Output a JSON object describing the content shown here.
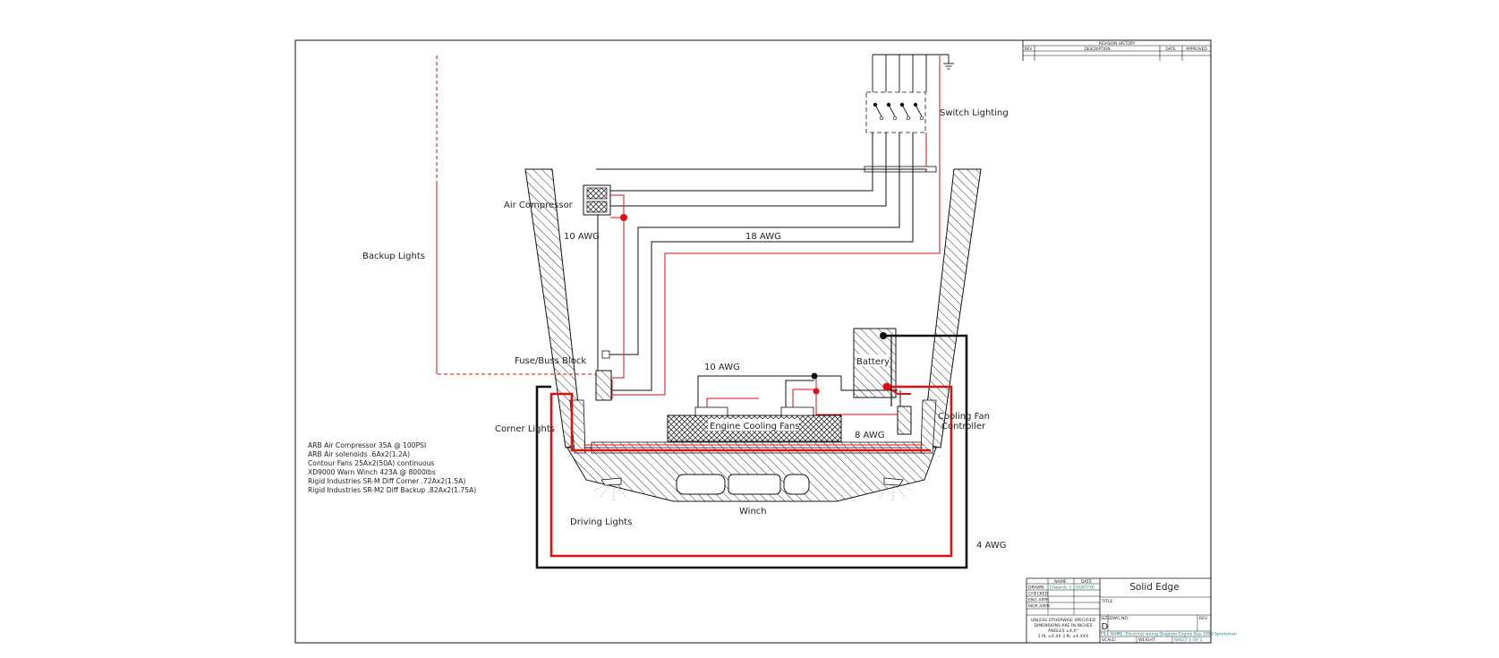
{
  "colors": {
    "power": "#dd1111",
    "ground": "#111111",
    "signal": "#333333",
    "accent": "#1a7f7f"
  },
  "labels": {
    "switch_lighting": "Switch Lighting",
    "air_compressor": "Air Compressor",
    "backup_lights": "Backup Lights",
    "gauge_10_awg_compressor": "10 AWG",
    "gauge_18_awg": "18 AWG",
    "fuse_buss_block": "Fuse/Buss Block",
    "gauge_10_awg_fans": "10 AWG",
    "battery": "Battery",
    "cooling_fan_controller_line1": "Cooling Fan",
    "cooling_fan_controller_line2": "Controller",
    "corner_lights": "Corner Lights",
    "engine_cooling_fans": "Engine Cooling Fans",
    "gauge_8_awg": "8 AWG",
    "winch": "Winch",
    "driving_lights": "Driving Lights",
    "gauge_4_awg": "4 AWG"
  },
  "notes": [
    "ARB Air Compressor 35A @ 100PSI",
    "ARB Air solenoids .6Ax2(1.2A)",
    "Contour Fans 25Ax2(50A) continuous",
    "XD9000 Warn Winch 423A @ 8000lbs",
    "Rigid Industries SR-M Diff Corner .72Ax2(1.5A)",
    "Rigid Industries SR-M2 Diff Backup .82Ax2(1.75A)"
  ],
  "revision_block": {
    "title": "REVISION HISTORY",
    "columns": [
      "REV",
      "DESCRIPTION",
      "DATE",
      "APPROVED"
    ]
  },
  "title_block": {
    "col_name": "NAME",
    "col_date": "DATE",
    "rows": [
      "DRAWN",
      "CHECKED",
      "ENG APPR",
      "MGR APPR"
    ],
    "drawn_name": "Edwards 3",
    "drawn_date": "03/07/16",
    "brand": "Solid Edge",
    "title_label": "TITLE",
    "tolerance_lines": [
      "UNLESS OTHERWISE SPECIFIED",
      "DIMENSIONS ARE IN INCHES",
      "ANGLES ±X.X°",
      "2 PL ±X.XX 3 PL ±X.XXX"
    ],
    "size_label": "SIZE",
    "size": "D",
    "dwg_no_label": "DWG NO",
    "rev_label": "REV",
    "file_name": "FILE NAME: Electrical wiring Diagram Engine Bay 1999 Sportsman",
    "scale_label": "SCALE:",
    "weight_label": "WEIGHT:",
    "sheet": "SHEET 1 OF 1"
  }
}
